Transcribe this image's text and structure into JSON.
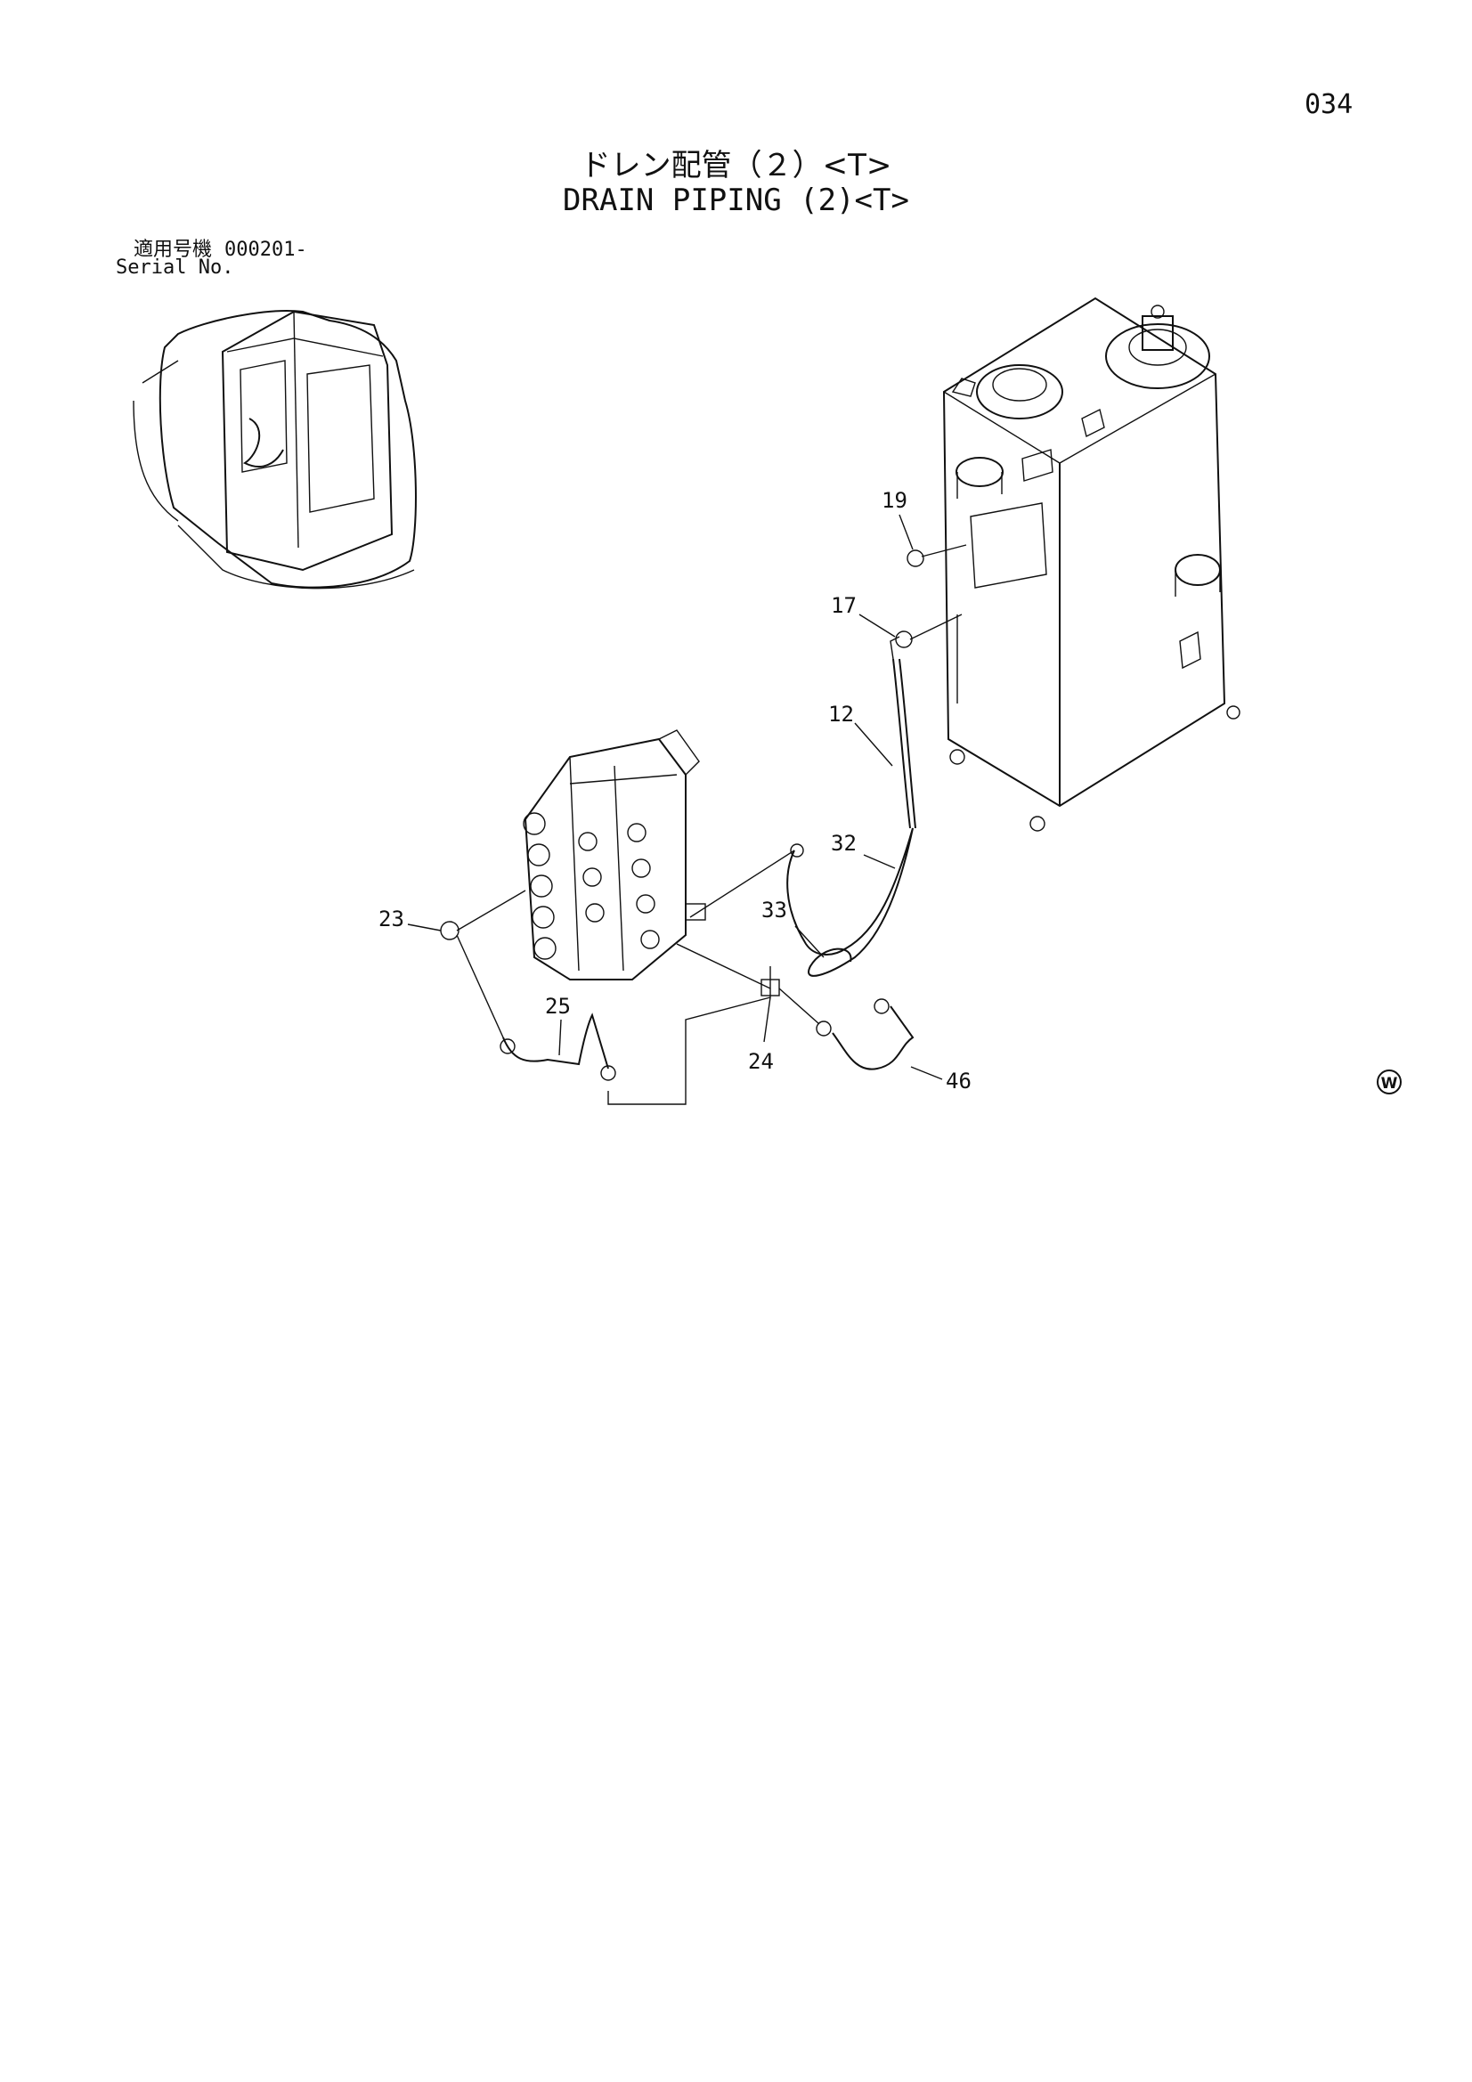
{
  "page_number": "034",
  "title_jp": "ドレン配管（２）<T>",
  "title_en": "DRAIN PIPING (2)<T>",
  "serial": {
    "label_jp": "適用号機",
    "value": "000201-",
    "label_en": "Serial No."
  },
  "callouts": {
    "p19": "19",
    "p17": "17",
    "p12": "12",
    "p32": "32",
    "p33": "33",
    "p23": "23",
    "p25": "25",
    "p24": "24",
    "p46": "46"
  },
  "mark": "W"
}
